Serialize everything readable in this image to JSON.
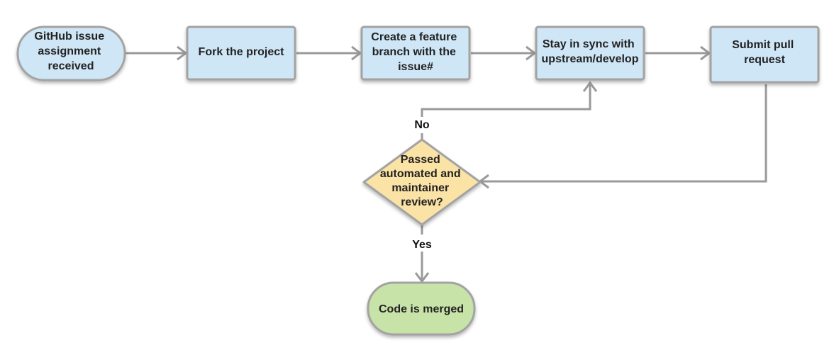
{
  "colors": {
    "process_fill": "#cfe6f6",
    "decision_fill": "#fbe3a6",
    "end_fill": "#c8e3a8",
    "node_stroke": "#a3a3a3",
    "edge": "#9a9a9a"
  },
  "nodes": {
    "start": {
      "lines": [
        "GitHub issue",
        "assignment",
        "received"
      ]
    },
    "fork": {
      "lines": [
        "Fork the project"
      ]
    },
    "branch": {
      "lines": [
        "Create a feature",
        "branch with the",
        "issue#"
      ]
    },
    "sync": {
      "lines": [
        "Stay in sync with",
        "upstream/develop"
      ]
    },
    "pr": {
      "lines": [
        "Submit pull",
        "request"
      ]
    },
    "decision": {
      "lines": [
        "Passed",
        "automated and",
        "maintainer",
        "review?"
      ]
    },
    "merged": {
      "lines": [
        "Code is merged"
      ]
    }
  },
  "edges": {
    "no_label": "No",
    "yes_label": "Yes"
  }
}
